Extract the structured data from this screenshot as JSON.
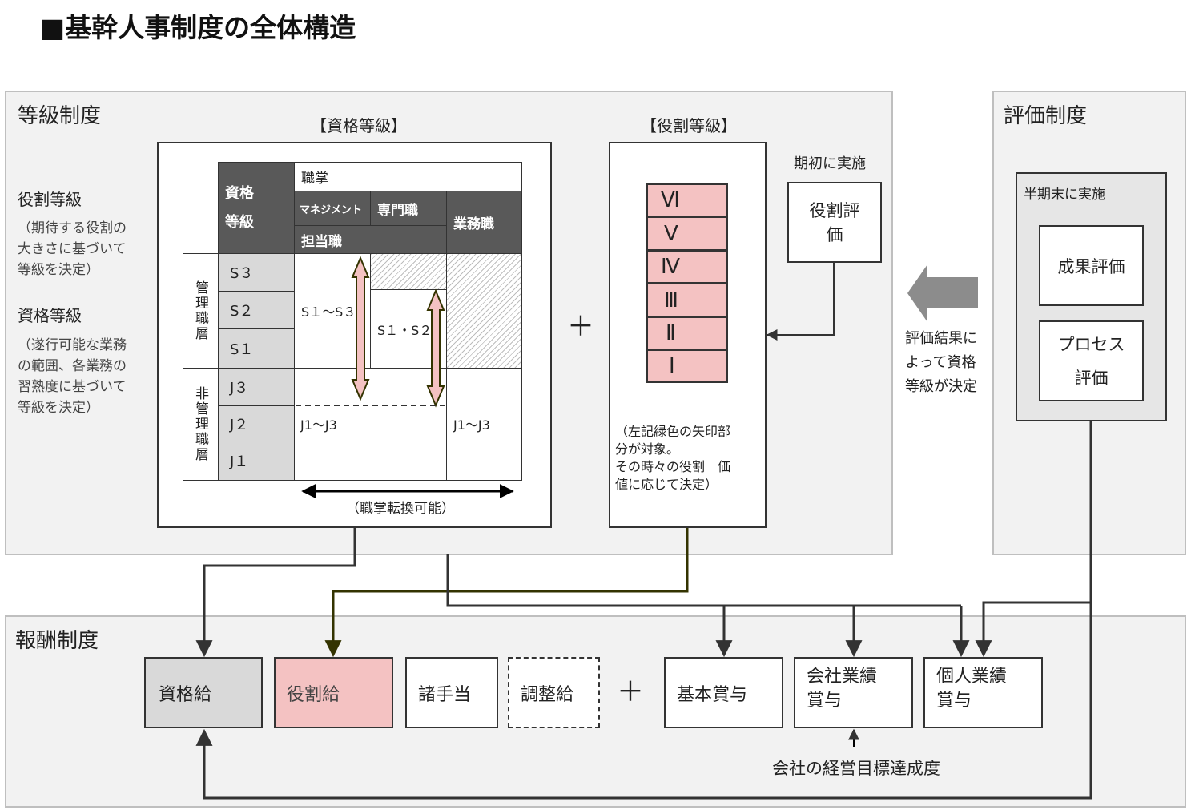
{
  "page_title": "■基幹人事制度の全体構造",
  "grade_system": {
    "title": "等級制度",
    "role_grade_heading": "役割等級",
    "role_grade_desc": [
      "（期待する役割の",
      "大きさに基づいて",
      "等級を決定）"
    ],
    "qual_grade_heading": "資格等級",
    "qual_grade_desc": [
      "（遂行可能な業務",
      "の範囲、各業務の",
      "習熟度に基づいて",
      "等級を決定）"
    ],
    "qual_box": {
      "title": "【資格等級】",
      "header_qual": "資格\n等級",
      "header_job": "職掌",
      "header_mgmt": "マネジメント",
      "header_specialist": "専門職",
      "header_charge": "担当職",
      "header_ops": "業務職",
      "layer_mgmt": "管理職層",
      "layer_nonmgmt": "非管理職層",
      "grades": [
        "S３",
        "S２",
        "S１",
        "J３",
        "J２",
        "J１"
      ],
      "range_s1s3": "S１～S３",
      "range_s1s2": "S１・S２",
      "range_j1j3_a": "J1～J3",
      "range_j1j3_b": "J1～J3",
      "conversion": "（職掌転換可能）"
    },
    "plus": "＋",
    "role_box": {
      "title": "【役割等級】",
      "levels": [
        "Ⅵ",
        "Ⅴ",
        "Ⅳ",
        "Ⅲ",
        "Ⅱ",
        "Ⅰ"
      ],
      "note": [
        "（左記緑色の矢印部",
        "分が対象。",
        "その時々の役割　価",
        "値に応じて決定）"
      ],
      "timing": "期初に実施",
      "eval_label": "役割評\n価"
    }
  },
  "eval_system": {
    "title": "評価制度",
    "timing": "半期末に実施",
    "result_eval": "成果評価",
    "process_eval": "プロセス\n評価",
    "arrow_note": [
      "評価結果に",
      "よって資格",
      "等級が決定"
    ]
  },
  "pay_system": {
    "title": "報酬制度",
    "qual_pay": "資格給",
    "role_pay": "役割給",
    "allowances": "諸手当",
    "adjust_pay": "調整給",
    "plus": "＋",
    "basic_bonus": "基本賞与",
    "company_bonus": "会社業績\n賞与",
    "personal_bonus": "個人業績\n賞与",
    "company_goal": "会社の経営目標達成度"
  },
  "colors": {
    "panel_bg": "#f2f2f2",
    "dark_header": "#595959",
    "pink": "#f4c2c2",
    "gray": "#d9d9d9",
    "olive_line": "#333300"
  }
}
